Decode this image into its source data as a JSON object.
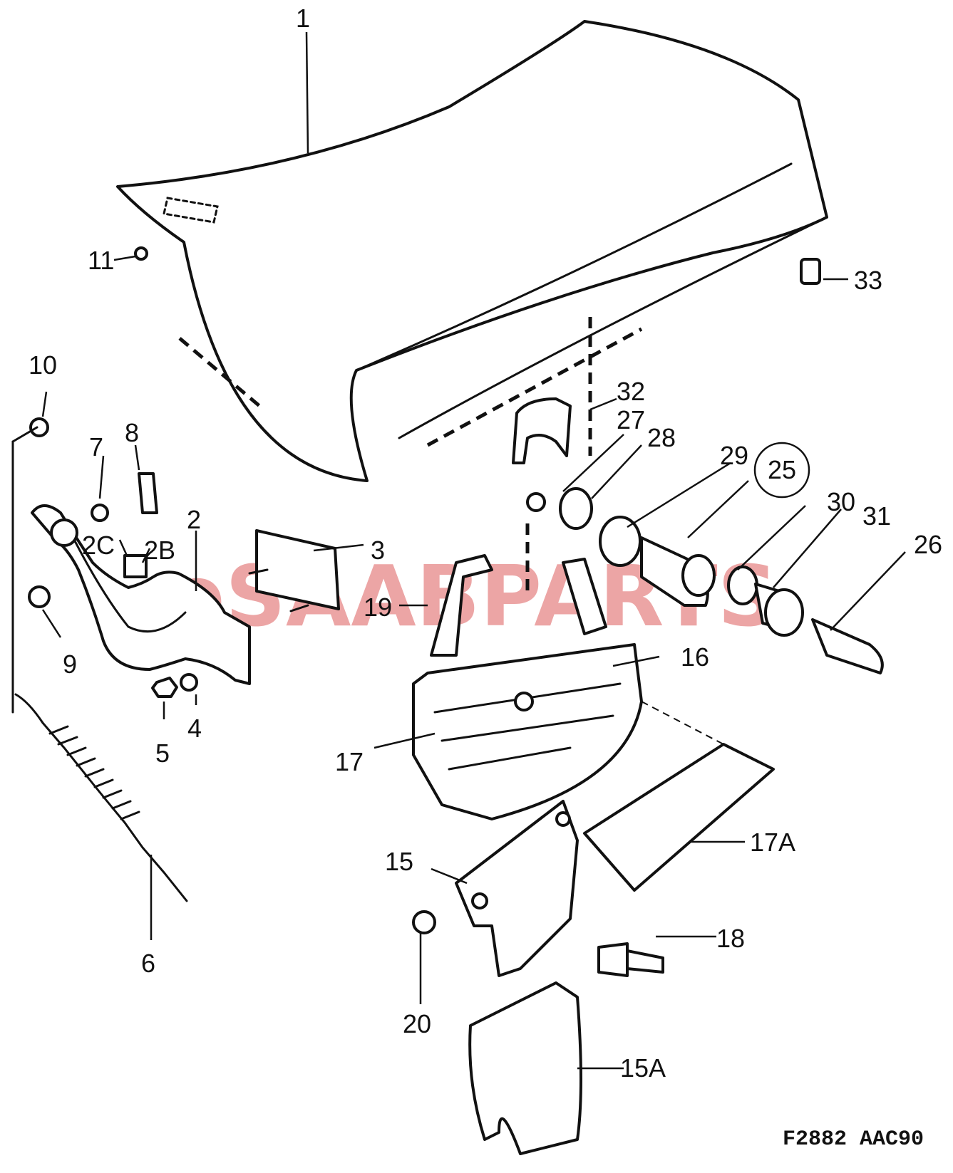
{
  "diagram": {
    "callouts": [
      {
        "id": "1",
        "label": "1"
      },
      {
        "id": "2",
        "label": "2"
      },
      {
        "id": "2B",
        "label": "2B"
      },
      {
        "id": "2C",
        "label": "2C"
      },
      {
        "id": "3",
        "label": "3"
      },
      {
        "id": "4",
        "label": "4"
      },
      {
        "id": "5",
        "label": "5"
      },
      {
        "id": "6",
        "label": "6"
      },
      {
        "id": "7",
        "label": "7"
      },
      {
        "id": "8",
        "label": "8"
      },
      {
        "id": "9",
        "label": "9"
      },
      {
        "id": "10",
        "label": "10"
      },
      {
        "id": "11",
        "label": "11"
      },
      {
        "id": "15",
        "label": "15"
      },
      {
        "id": "15A",
        "label": "15A"
      },
      {
        "id": "16",
        "label": "16"
      },
      {
        "id": "17",
        "label": "17"
      },
      {
        "id": "17A",
        "label": "17A"
      },
      {
        "id": "18",
        "label": "18"
      },
      {
        "id": "19",
        "label": "19"
      },
      {
        "id": "20",
        "label": "20"
      },
      {
        "id": "25",
        "label": "25"
      },
      {
        "id": "26",
        "label": "26"
      },
      {
        "id": "27",
        "label": "27"
      },
      {
        "id": "28",
        "label": "28"
      },
      {
        "id": "29",
        "label": "29"
      },
      {
        "id": "30",
        "label": "30"
      },
      {
        "id": "31",
        "label": "31"
      },
      {
        "id": "32",
        "label": "32"
      },
      {
        "id": "33",
        "label": "33"
      }
    ],
    "figure_ref": "F2882 AAC90",
    "watermark": "eSAABPARTS",
    "colors": {
      "line": "#111111",
      "watermark": "#e06a6a",
      "background": "#ffffff"
    }
  }
}
